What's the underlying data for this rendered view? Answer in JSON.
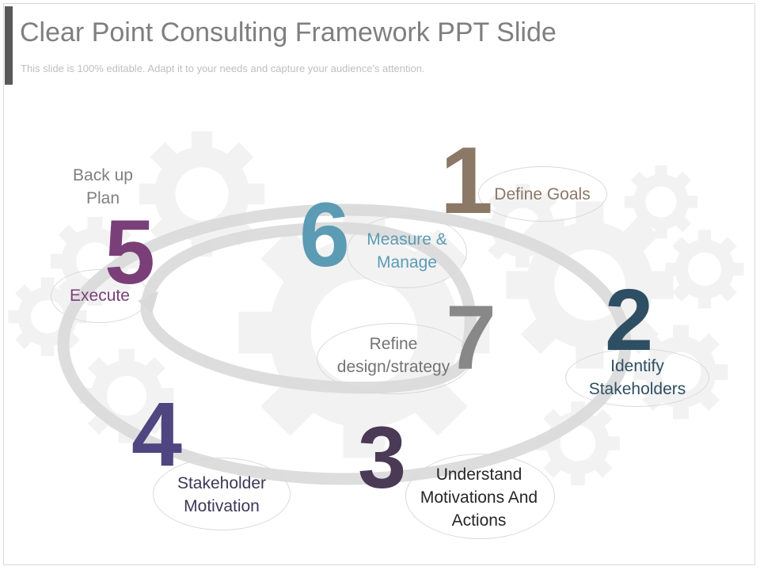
{
  "slide": {
    "title": "Clear Point Consulting Framework PPT Slide",
    "subtitle": "This slide is 100% editable. Adapt it to your needs and capture your audience's attention."
  },
  "steps": [
    {
      "number": "1",
      "label": "Define Goals",
      "color": "#8b7867"
    },
    {
      "number": "2",
      "label": "Identify Stakeholders",
      "color": "#2e4f63"
    },
    {
      "number": "3",
      "label": "Understand Motivations And Actions",
      "color": "#4a3a55"
    },
    {
      "number": "4",
      "label": "Stakeholder Motivation",
      "color": "#4f4580"
    },
    {
      "number": "5",
      "label": "Execute",
      "extra_label": "Back up Plan",
      "color": "#7a3f78"
    },
    {
      "number": "6",
      "label": "Measure & Manage",
      "color": "#5b9bb4"
    },
    {
      "number": "7",
      "label": "Refine design/strategy",
      "color": "#888888"
    }
  ],
  "colors": {
    "gear": "#f2f2f2",
    "loop": "#d9d9d9",
    "title": "#7f7f7f",
    "subtitle": "#bfbfbf"
  }
}
